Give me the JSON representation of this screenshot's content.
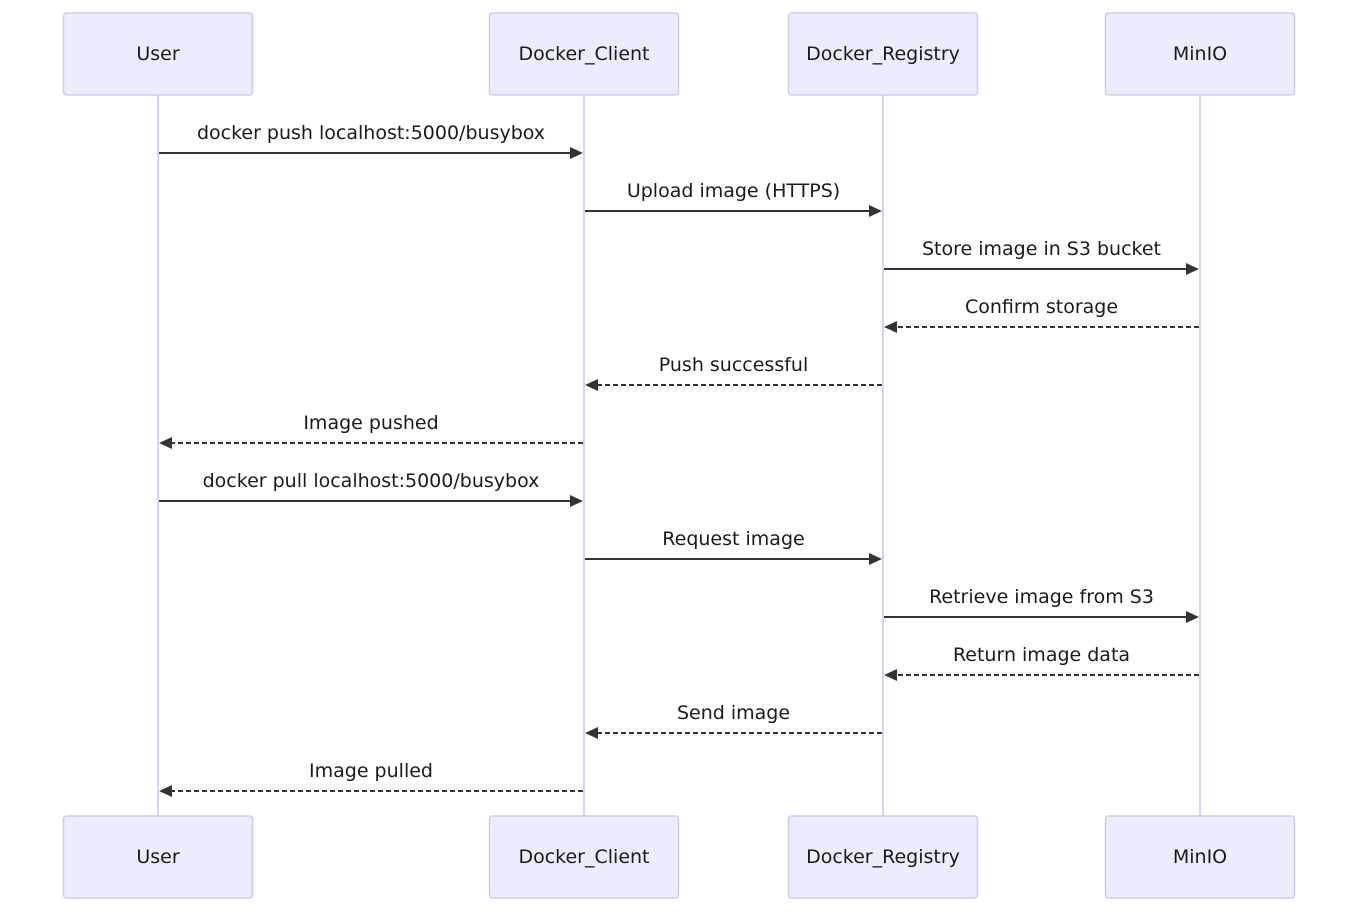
{
  "participants": [
    {
      "id": "user",
      "label": "User"
    },
    {
      "id": "client",
      "label": "Docker_Client"
    },
    {
      "id": "registry",
      "label": "Docker_Registry"
    },
    {
      "id": "minio",
      "label": "MinIO"
    }
  ],
  "messages": [
    {
      "from": "user",
      "to": "client",
      "label": "docker push localhost:5000/busybox",
      "style": "solid"
    },
    {
      "from": "client",
      "to": "registry",
      "label": "Upload image (HTTPS)",
      "style": "solid"
    },
    {
      "from": "registry",
      "to": "minio",
      "label": "Store image in S3 bucket",
      "style": "solid"
    },
    {
      "from": "minio",
      "to": "registry",
      "label": "Confirm storage",
      "style": "dashed"
    },
    {
      "from": "registry",
      "to": "client",
      "label": "Push successful",
      "style": "dashed"
    },
    {
      "from": "client",
      "to": "user",
      "label": "Image pushed",
      "style": "dashed"
    },
    {
      "from": "user",
      "to": "client",
      "label": "docker pull localhost:5000/busybox",
      "style": "solid"
    },
    {
      "from": "client",
      "to": "registry",
      "label": "Request image",
      "style": "solid"
    },
    {
      "from": "registry",
      "to": "minio",
      "label": "Retrieve image from S3",
      "style": "solid"
    },
    {
      "from": "minio",
      "to": "registry",
      "label": "Return image data",
      "style": "dashed"
    },
    {
      "from": "registry",
      "to": "client",
      "label": "Send image",
      "style": "dashed"
    },
    {
      "from": "client",
      "to": "user",
      "label": "Image pulled",
      "style": "dashed"
    }
  ],
  "colors": {
    "actor_fill": "#ececff",
    "actor_stroke": "#cbcbf2",
    "lifeline": "#d4d4ee",
    "arrow": "#333333",
    "text": "#1a1a1a"
  }
}
